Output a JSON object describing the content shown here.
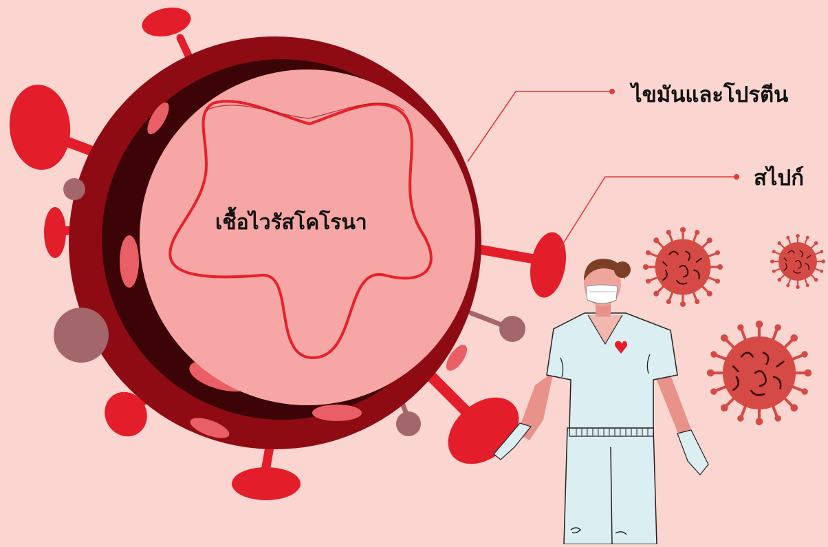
{
  "diagram": {
    "center_label": "เชื้อไวรัสโคโรนา",
    "callouts": [
      {
        "id": "lipid-protein",
        "label": "ไขมันและโปรตีน"
      },
      {
        "id": "spike",
        "label": "สไปก์"
      }
    ],
    "icons": [
      "coronavirus-particle",
      "spike-protein",
      "healthcare-worker",
      "small-virus"
    ]
  },
  "colors": {
    "background": "#fbd5cf",
    "outer_shell": "#8e0b14",
    "inner_shell": "#3d0407",
    "core": "#f6a7a5",
    "rna": "#e8202a",
    "spike": "#e31e2a",
    "muted_spike": "#a3666a",
    "small_virus": "#d64a45",
    "leader_line": "#e33a3a",
    "scrubs": "#dbeef2"
  }
}
